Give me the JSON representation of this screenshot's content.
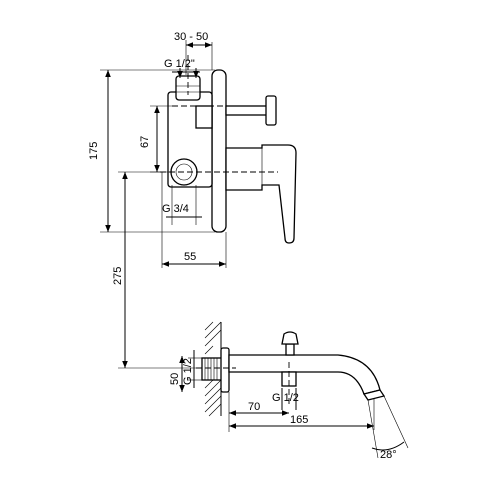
{
  "labels": {
    "top_range": "30 - 50",
    "thread_top": "G 1/2\"",
    "height_total": "175",
    "height_mid": "67",
    "thread_mid": "G 3/4",
    "width_55": "55",
    "height_275": "275",
    "spout_50": "50",
    "spout_thread": "G 1/2",
    "spout_70": "70",
    "spout_165": "165",
    "bottom_thread": "G 1/2",
    "angle": "28°"
  }
}
